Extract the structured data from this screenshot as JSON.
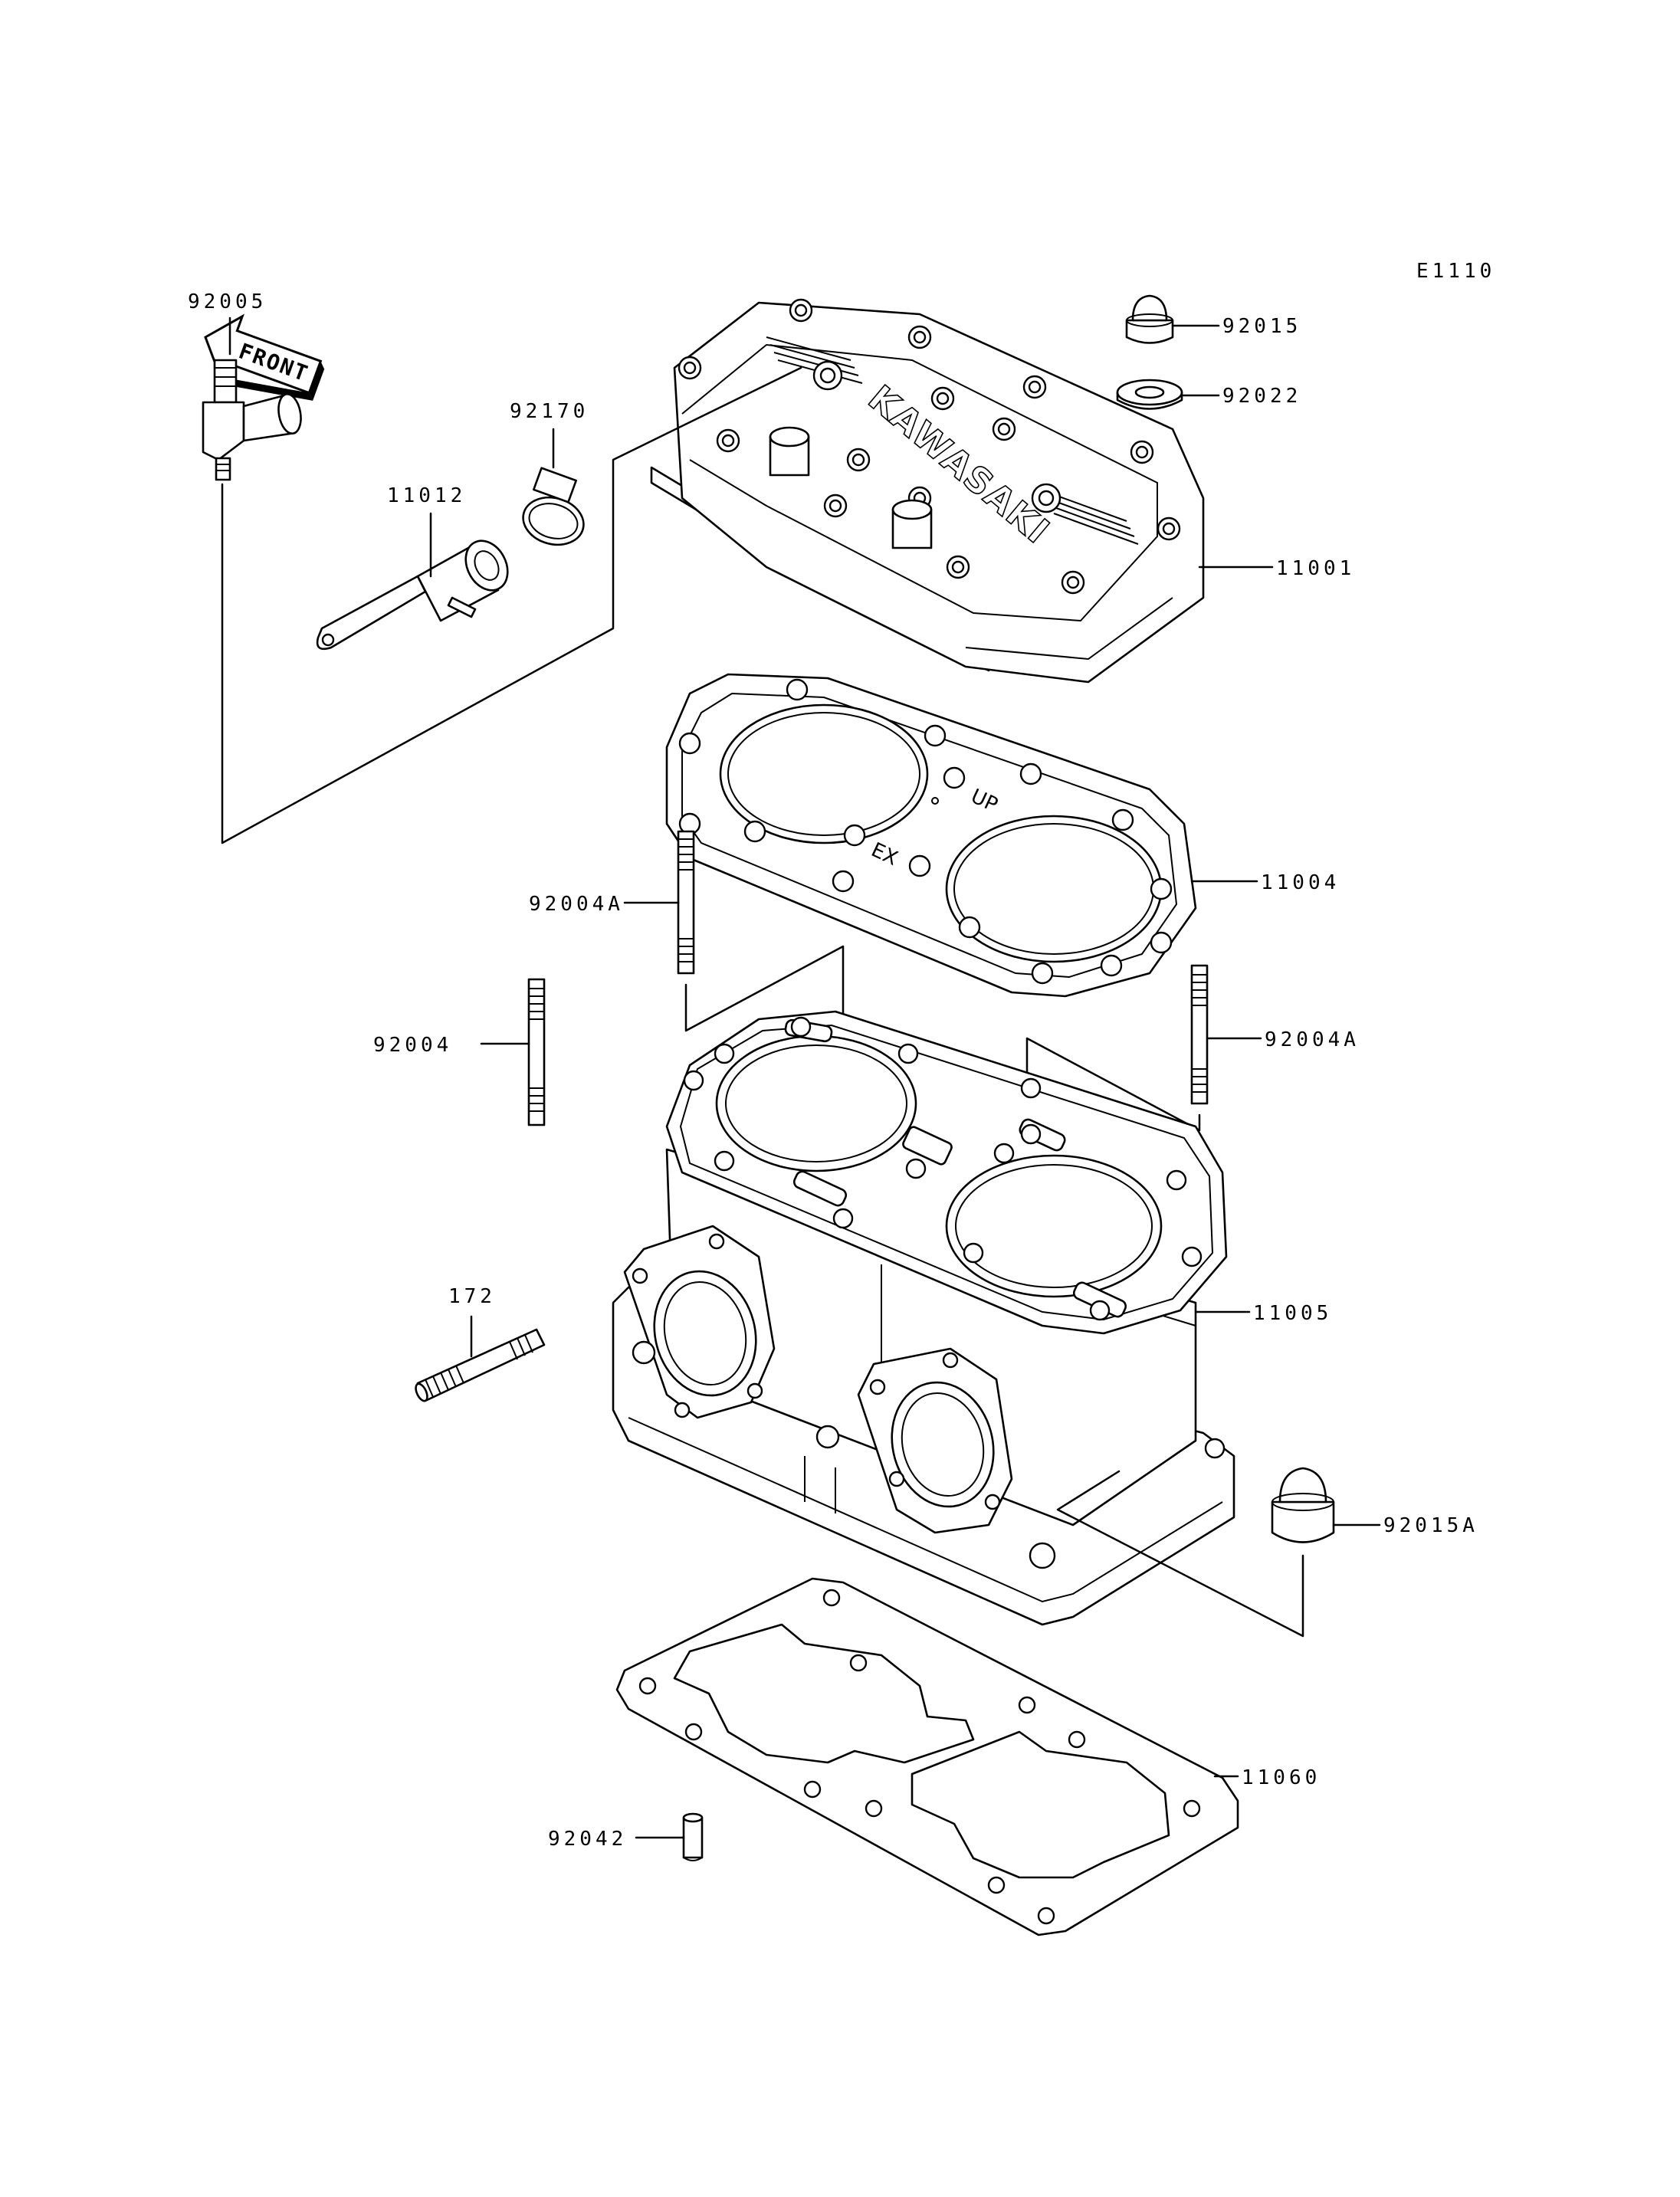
{
  "diagram": {
    "code": "E1110",
    "front_label": "FRONT",
    "head_text": "KAWASAKI",
    "gasket_marks": {
      "up": "UP",
      "ex": "EX"
    },
    "parts": [
      {
        "id": "cap-nut",
        "label": "92015"
      },
      {
        "id": "washer",
        "label": "92022"
      },
      {
        "id": "head",
        "label": "11001"
      },
      {
        "id": "clamp",
        "label": "92170"
      },
      {
        "id": "pipe",
        "label": "11012"
      },
      {
        "id": "fitting",
        "label": "92005"
      },
      {
        "id": "head-gasket",
        "label": "11004"
      },
      {
        "id": "stud-a-left",
        "label": "92004A"
      },
      {
        "id": "stud",
        "label": "92004"
      },
      {
        "id": "stud-a-right",
        "label": "92004A"
      },
      {
        "id": "cylinder",
        "label": "11005"
      },
      {
        "id": "stud-172",
        "label": "172"
      },
      {
        "id": "cap-nut-a",
        "label": "92015A"
      },
      {
        "id": "base-gasket",
        "label": "11060"
      },
      {
        "id": "dowel",
        "label": "92042"
      }
    ]
  }
}
